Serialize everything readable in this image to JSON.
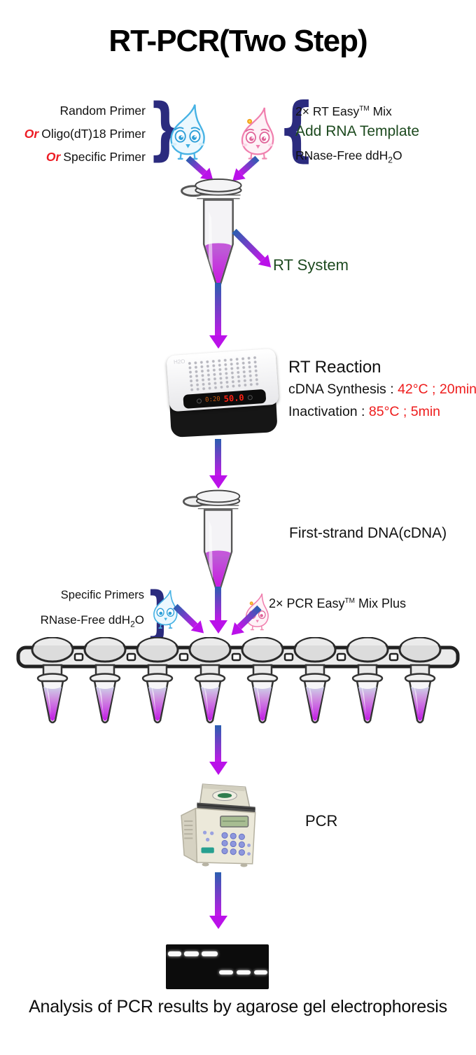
{
  "title": "RT-PCR(Two Step)",
  "step1_mix": {
    "brace_left": "}",
    "brace_right": "{",
    "primers": [
      {
        "or": "",
        "label": "Random Primer"
      },
      {
        "or": "Or",
        "label": "Oligo(dT)18 Primer"
      },
      {
        "or": "Or",
        "label": "Specific Primer"
      }
    ],
    "reagent1_pre": "2× RT Easy",
    "reagent1_tm": "TM",
    "reagent1_post": " Mix",
    "reagent2": "Add RNA Template",
    "reagent3_pre": "RNase-Free ddH",
    "reagent3_sub": "2",
    "reagent3_post": "O",
    "result": "RT System"
  },
  "rt_reaction": {
    "device_brand": "H2O",
    "display_left": "0:20",
    "display_right": "50.0",
    "heading": "RT Reaction",
    "row1_label": "cDNA Synthesis : ",
    "row1_value": "42°C ; 20min",
    "row2_label": "Inactivation : ",
    "row2_value": "85°C ; 5min"
  },
  "cdna": {
    "label": "First-strand DNA(cDNA)"
  },
  "pcr_mix": {
    "brace": "}",
    "left1": "Specific Primers",
    "left2_pre": "RNase-Free ddH",
    "left2_sub": "2",
    "left2_post": "O",
    "right_pre": "2× PCR Easy",
    "right_tm": "TM",
    "right_post": " Mix Plus"
  },
  "pcr_strip": {
    "tube_count": 8
  },
  "pcr": {
    "label": "PCR"
  },
  "gel": {
    "caption": "Analysis of PCR results by agarose gel electrophoresis",
    "upper_bands": 3,
    "lower_bands": 3
  },
  "colors": {
    "arrow_blue": "#2a5fb0",
    "arrow_magenta": "#c117e9",
    "brace_navy": "#2b2b7e",
    "accent_red": "#ed1c24",
    "accent_green": "#1d4a1f",
    "tube_liquid": "#c824dd"
  }
}
